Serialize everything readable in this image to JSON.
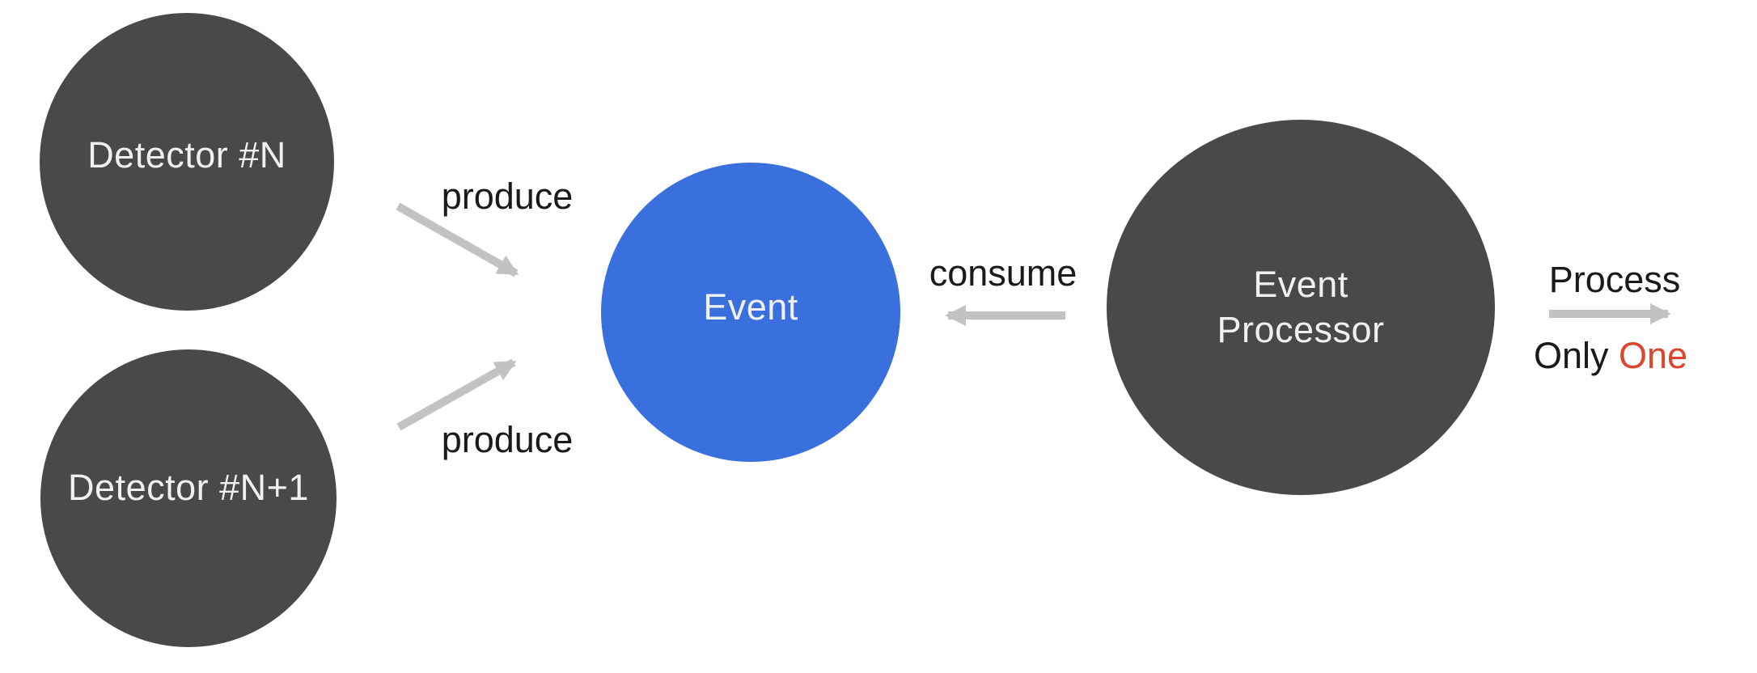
{
  "diagram": {
    "nodes": {
      "detector_n": {
        "label": "Detector #N"
      },
      "detector_n_plus_1": {
        "label": "Detector #N+1"
      },
      "event": {
        "label": "Event"
      },
      "event_processor": {
        "line1": "Event",
        "line2": "Processor"
      }
    },
    "edges": {
      "produce_top": {
        "label": "produce"
      },
      "produce_bottom": {
        "label": "produce"
      },
      "consume": {
        "label": "consume"
      },
      "process": {
        "label": "Process"
      },
      "process_note": {
        "prefix": "Only ",
        "highlight": "One"
      }
    }
  },
  "colors": {
    "background": "#ffffff",
    "node_dark": "#494949",
    "node_blue": "#3a70dd",
    "node_label": "#f0f0f0",
    "edge_label": "#1a1a1a",
    "arrow": "#c2c2c2",
    "highlight": "#dd452c"
  }
}
